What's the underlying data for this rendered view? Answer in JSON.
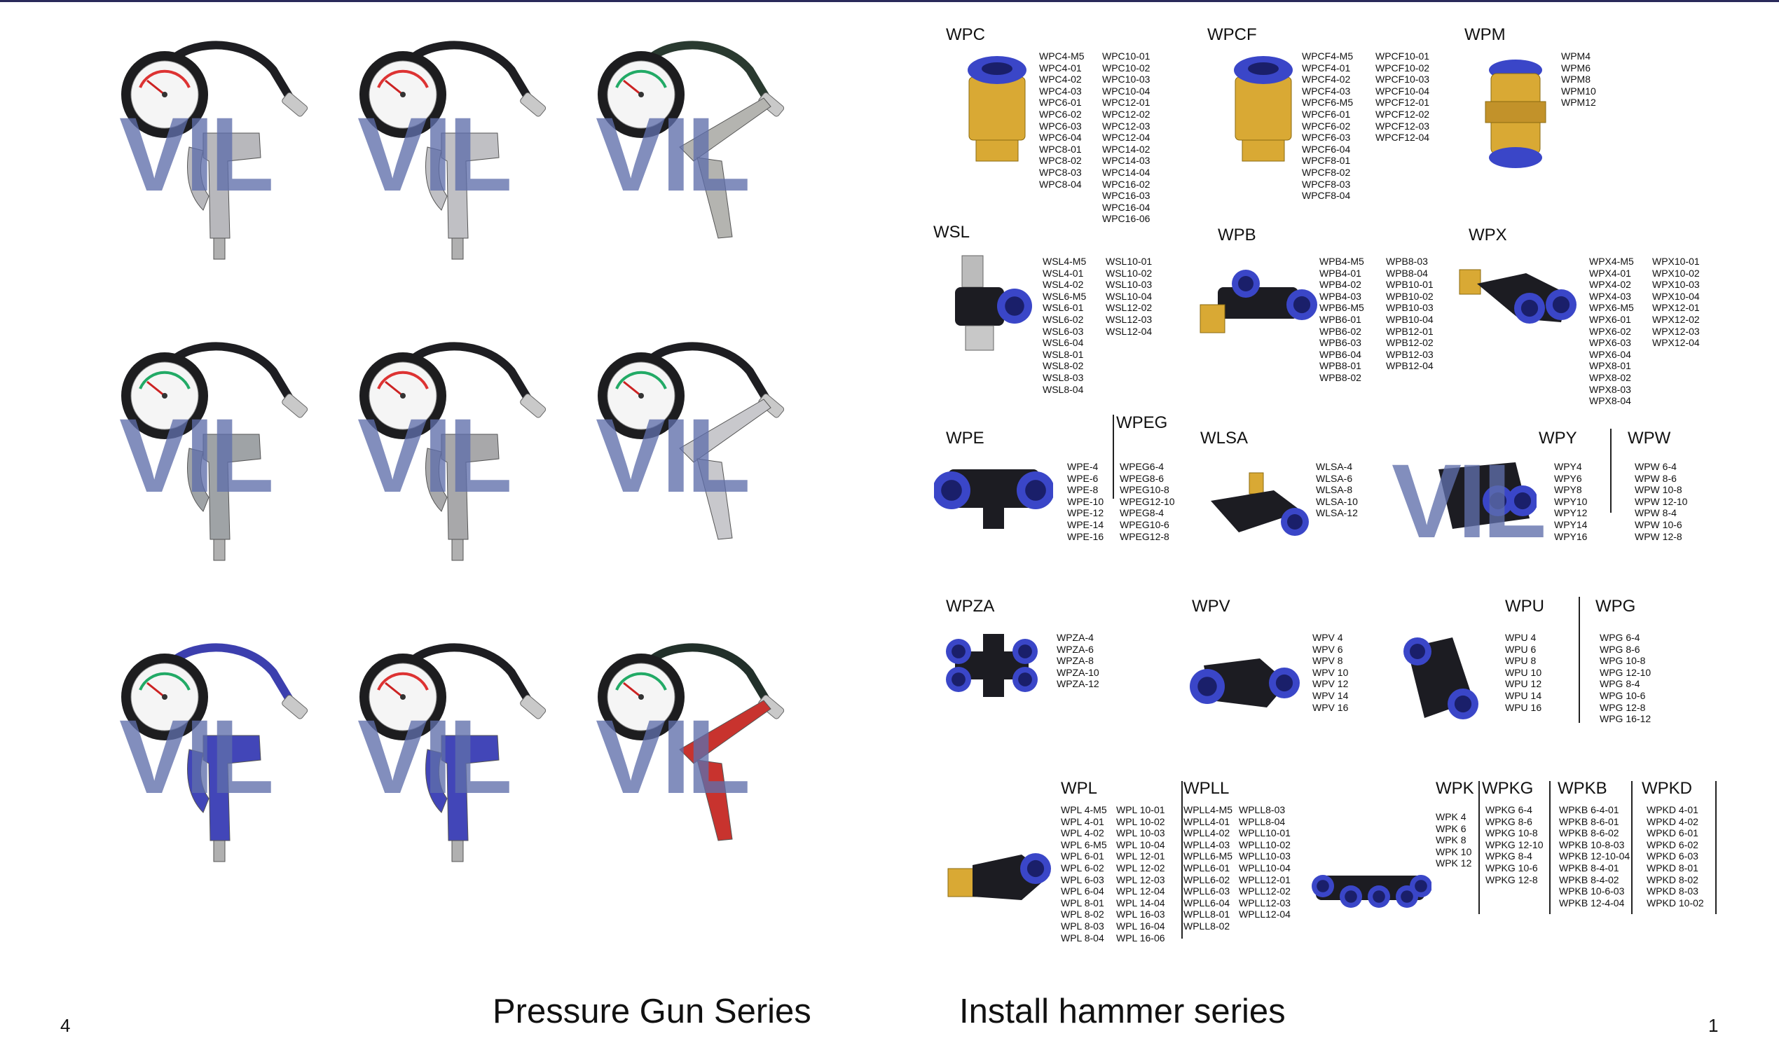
{
  "watermark": "VIL",
  "left": {
    "footer_title": "Pressure Gun Series",
    "page_number": "4",
    "guns": [
      {
        "name": "gun-1"
      },
      {
        "name": "gun-2"
      },
      {
        "name": "gun-3"
      },
      {
        "name": "gun-4"
      },
      {
        "name": "gun-5"
      },
      {
        "name": "gun-6"
      },
      {
        "name": "gun-7"
      },
      {
        "name": "gun-8"
      },
      {
        "name": "gun-9"
      }
    ]
  },
  "right": {
    "footer_title": "Install hammer series",
    "page_number": "1",
    "series": {
      "WPC": {
        "title": "WPC",
        "cols": [
          [
            "WPC4-M5",
            "WPC4-01",
            "WPC4-02",
            "WPC4-03",
            "WPC6-01",
            "WPC6-02",
            "WPC6-03",
            "WPC6-04",
            "WPC8-01",
            "WPC8-02",
            "WPC8-03",
            "WPC8-04"
          ],
          [
            "WPC10-01",
            "WPC10-02",
            "WPC10-03",
            "WPC10-04",
            "WPC12-01",
            "WPC12-02",
            "WPC12-03",
            "WPC12-04",
            "WPC14-02",
            "WPC14-03",
            "WPC14-04",
            "WPC16-02",
            "WPC16-03",
            "WPC16-04",
            "WPC16-06"
          ]
        ]
      },
      "WPCF": {
        "title": "WPCF",
        "cols": [
          [
            "WPCF4-M5",
            "WPCF4-01",
            "WPCF4-02",
            "WPCF4-03",
            "WPCF6-M5",
            "WPCF6-01",
            "WPCF6-02",
            "WPCF6-03",
            "WPCF6-04",
            "WPCF8-01",
            "WPCF8-02",
            "WPCF8-03",
            "WPCF8-04"
          ],
          [
            "WPCF10-01",
            "WPCF10-02",
            "WPCF10-03",
            "WPCF10-04",
            "WPCF12-01",
            "WPCF12-02",
            "WPCF12-03",
            "WPCF12-04"
          ]
        ]
      },
      "WPM": {
        "title": "WPM",
        "cols": [
          [
            "WPM4",
            "WPM6",
            "WPM8",
            "WPM10",
            "WPM12"
          ]
        ]
      },
      "WSL": {
        "title": "WSL",
        "cols": [
          [
            "WSL4-M5",
            "WSL4-01",
            "WSL4-02",
            "WSL6-M5",
            "WSL6-01",
            "WSL6-02",
            "WSL6-03",
            "WSL6-04",
            "WSL8-01",
            "WSL8-02",
            "WSL8-03",
            "WSL8-04"
          ],
          [
            "WSL10-01",
            "WSL10-02",
            "WSL10-03",
            "WSL10-04",
            "WSL12-02",
            "WSL12-03",
            "WSL12-04"
          ]
        ]
      },
      "WPB": {
        "title": "WPB",
        "cols": [
          [
            "WPB4-M5",
            "WPB4-01",
            "WPB4-02",
            "WPB4-03",
            "WPB6-M5",
            "WPB6-01",
            "WPB6-02",
            "WPB6-03",
            "WPB6-04",
            "WPB8-01",
            "WPB8-02"
          ],
          [
            "WPB8-03",
            "WPB8-04",
            "WPB10-01",
            "WPB10-02",
            "WPB10-03",
            "WPB10-04",
            "WPB12-01",
            "WPB12-02",
            "WPB12-03",
            "WPB12-04"
          ]
        ]
      },
      "WPX": {
        "title": "WPX",
        "cols": [
          [
            "WPX4-M5",
            "WPX4-01",
            "WPX4-02",
            "WPX4-03",
            "WPX6-M5",
            "WPX6-01",
            "WPX6-02",
            "WPX6-03",
            "WPX6-04",
            "WPX8-01",
            "WPX8-02",
            "WPX8-03",
            "WPX8-04"
          ],
          [
            "WPX10-01",
            "WPX10-02",
            "WPX10-03",
            "WPX10-04",
            "WPX12-01",
            "WPX12-02",
            "WPX12-03",
            "WPX12-04"
          ]
        ]
      },
      "WPE": {
        "title": "WPE",
        "cols": [
          [
            "WPE-4",
            "WPE-6",
            "WPE-8",
            "WPE-10",
            "WPE-12",
            "WPE-14",
            "WPE-16"
          ]
        ]
      },
      "WPEG": {
        "title": "WPEG",
        "cols": [
          [
            "WPEG6-4",
            "WPEG8-6",
            "WPEG10-8",
            "WPEG12-10",
            "WPEG8-4",
            "WPEG10-6",
            "WPEG12-8"
          ]
        ]
      },
      "WLSA": {
        "title": "WLSA",
        "cols": [
          [
            "WLSA-4",
            "WLSA-6",
            "WLSA-8",
            "WLSA-10",
            "WLSA-12"
          ]
        ]
      },
      "WPY": {
        "title": "WPY",
        "cols": [
          [
            "WPY4",
            "WPY6",
            "WPY8",
            "WPY10",
            "WPY12",
            "WPY14",
            "WPY16"
          ]
        ]
      },
      "WPW": {
        "title": "WPW",
        "cols": [
          [
            "WPW 6-4",
            "WPW 8-6",
            "WPW 10-8",
            "WPW 12-10",
            "WPW 8-4",
            "WPW 10-6",
            "WPW 12-8"
          ]
        ]
      },
      "WPZA": {
        "title": "WPZA",
        "cols": [
          [
            "WPZA-4",
            "WPZA-6",
            "WPZA-8",
            "WPZA-10",
            "WPZA-12"
          ]
        ]
      },
      "WPV": {
        "title": "WPV",
        "cols": [
          [
            "WPV 4",
            "WPV 6",
            "WPV 8",
            "WPV 10",
            "WPV 12",
            "WPV 14",
            "WPV 16"
          ]
        ]
      },
      "WPU": {
        "title": "WPU",
        "cols": [
          [
            "WPU 4",
            "WPU 6",
            "WPU 8",
            "WPU 10",
            "WPU 12",
            "WPU 14",
            "WPU 16"
          ]
        ]
      },
      "WPG": {
        "title": "WPG",
        "cols": [
          [
            "WPG 6-4",
            "WPG 8-6",
            "WPG 10-8",
            "WPG 12-10",
            "WPG 8-4",
            "WPG 10-6",
            "WPG 12-8",
            "WPG 16-12"
          ]
        ]
      },
      "WPL": {
        "title": "WPL",
        "cols": [
          [
            "WPL 4-M5",
            "WPL 4-01",
            "WPL 4-02",
            "WPL 6-M5",
            "WPL 6-01",
            "WPL 6-02",
            "WPL 6-03",
            "WPL 6-04",
            "WPL 8-01",
            "WPL 8-02",
            "WPL 8-03",
            "WPL 8-04"
          ],
          [
            "WPL 10-01",
            "WPL 10-02",
            "WPL 10-03",
            "WPL 10-04",
            "WPL 12-01",
            "WPL 12-02",
            "WPL 12-03",
            "WPL 12-04",
            "WPL 14-04",
            "WPL 16-03",
            "WPL 16-04",
            "WPL 16-06"
          ]
        ]
      },
      "WPLL": {
        "title": "WPLL",
        "cols": [
          [
            "WPLL4-M5",
            "WPLL4-01",
            "WPLL4-02",
            "WPLL4-03",
            "WPLL6-M5",
            "WPLL6-01",
            "WPLL6-02",
            "WPLL6-03",
            "WPLL6-04",
            "WPLL8-01",
            "WPLL8-02"
          ],
          [
            "WPLL8-03",
            "WPLL8-04",
            "WPLL10-01",
            "WPLL10-02",
            "WPLL10-03",
            "WPLL10-04",
            "WPLL12-01",
            "WPLL12-02",
            "WPLL12-03",
            "WPLL12-04"
          ]
        ]
      },
      "WPK": {
        "title": "WPK",
        "cols": [
          [
            "WPK 4",
            "WPK 6",
            "WPK 8",
            "WPK 10",
            "WPK 12"
          ]
        ]
      },
      "WPKG": {
        "title": "WPKG",
        "cols": [
          [
            "WPKG 6-4",
            "WPKG 8-6",
            "WPKG 10-8",
            "WPKG 12-10",
            "WPKG 8-4",
            "WPKG 10-6",
            "WPKG 12-8"
          ]
        ]
      },
      "WPKB": {
        "title": "WPKB",
        "cols": [
          [
            "WPKB 6-4-01",
            "WPKB 8-6-01",
            "WPKB 8-6-02",
            "WPKB 10-8-03",
            "WPKB 12-10-04",
            "WPKB 8-4-01",
            "WPKB 8-4-02",
            "WPKB 10-6-03",
            "WPKB 12-4-04"
          ]
        ]
      },
      "WPKD": {
        "title": "WPKD",
        "cols": [
          [
            "WPKD 4-01",
            "WPKD 4-02",
            "WPKD 6-01",
            "WPKD 6-02",
            "WPKD 6-03",
            "WPKD 8-01",
            "WPKD 8-02",
            "WPKD 8-03",
            "WPKD 10-02"
          ]
        ]
      }
    }
  },
  "colors": {
    "blue_ring": "#3a46c8",
    "black_body": "#1c1c22",
    "brass": "#d9a934",
    "watermark": "#5f6eaa"
  }
}
